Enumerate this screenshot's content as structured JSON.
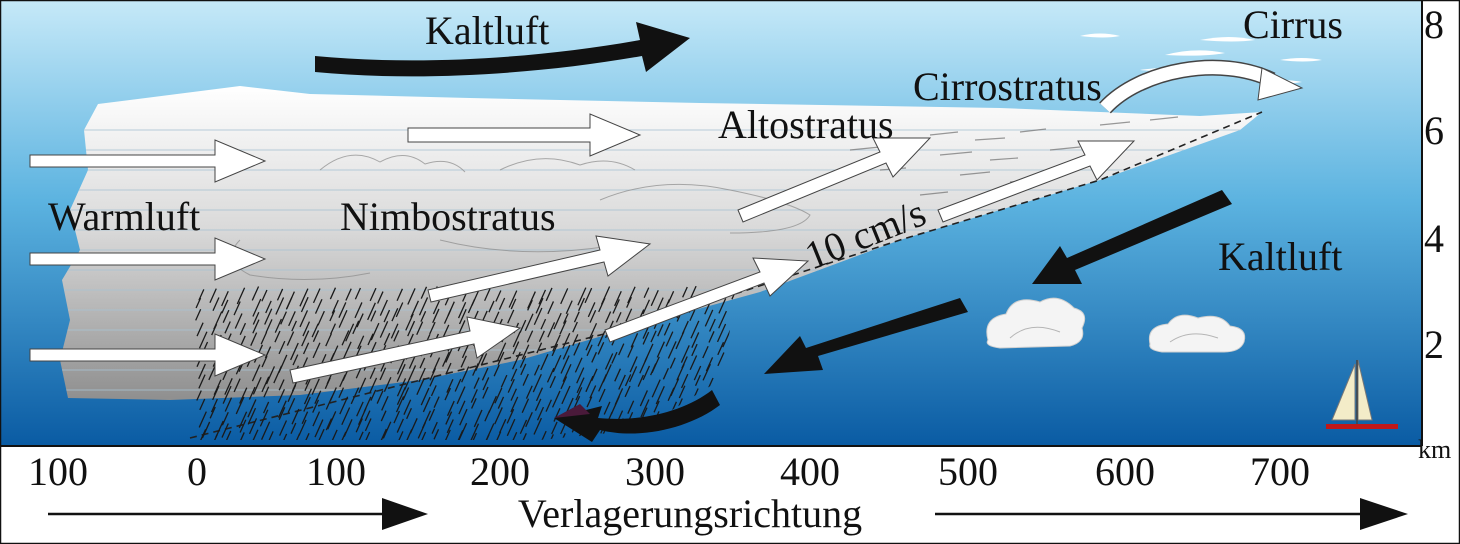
{
  "labels": {
    "kaltluft_top": "Kaltluft",
    "kaltluft_right": "Kaltluft",
    "cirrus": "Cirrus",
    "cirrostratus": "Cirrostratus",
    "altostratus": "Altostratus",
    "nimbostratus": "Nimbostratus",
    "warmluft": "Warmluft",
    "speed": "10 cm/s"
  },
  "y_axis": {
    "ticks": [
      "8",
      "6",
      "4",
      "2"
    ],
    "unit": "km"
  },
  "x_axis": {
    "ticks": [
      "100",
      "0",
      "100",
      "200",
      "300",
      "400",
      "500",
      "600",
      "700"
    ],
    "caption": "Verlagerungsrichtung"
  },
  "colors": {
    "sky_top": "#bfe6f7",
    "sky_bottom": "#0a5fa8",
    "arrow_dark": "#111111",
    "arrow_light": "#ffffff"
  }
}
